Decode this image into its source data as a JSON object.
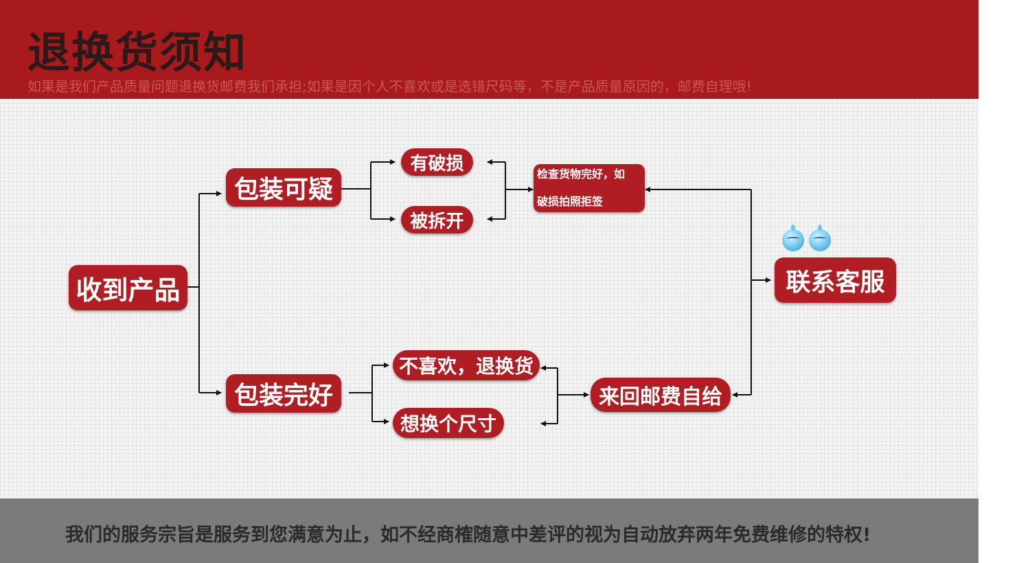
{
  "header": {
    "title": "退换货须知",
    "subtitle": "如果是我们产品质量问题退换货邮费我们承担;如果是因个人不喜欢或是选错尺码等，不是产品质量原因的，邮费自理哦!"
  },
  "flow": {
    "receive": "收到产品",
    "suspicious": "包装可疑",
    "intact": "包装完好",
    "damaged": "有破损",
    "opened": "被拆开",
    "inspect_line1": "检查货物完好，如",
    "inspect_line2": "破损拍照拒签",
    "dislike": "不喜欢，退换货",
    "resize": "想换个尺寸",
    "postage": "来回邮费自给",
    "contact": "联系客服"
  },
  "footer": {
    "text": "我们的服务宗旨是服务到您满意为止，如不经商榷随意中差评的视为自动放弃两年免费维修的特权!"
  },
  "colors": {
    "banner": "#a81a1c",
    "node": "#b01d22",
    "footer": "#7b7b7b"
  }
}
